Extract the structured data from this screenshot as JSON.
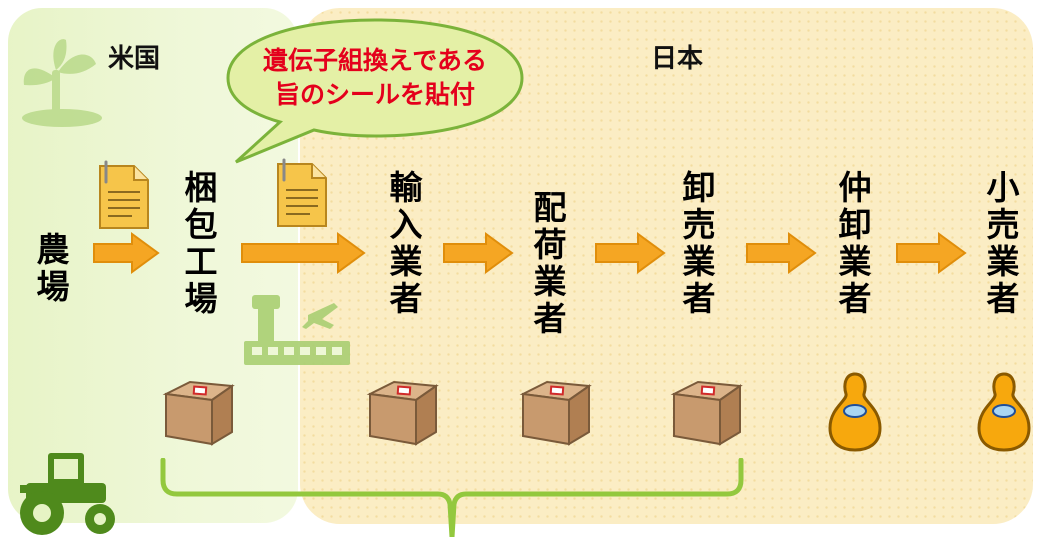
{
  "regions": {
    "usa": {
      "label": "米国"
    },
    "japan": {
      "label": "日本"
    }
  },
  "callout": {
    "line1": "遺伝子組換えである",
    "line2": "旨のシールを貼付"
  },
  "nodes": [
    {
      "label": "農場"
    },
    {
      "label": "梱包工場"
    },
    {
      "label": "輸入業者"
    },
    {
      "label": "配荷業者"
    },
    {
      "label": "卸売業者"
    },
    {
      "label": "仲卸業者"
    },
    {
      "label": "小売業者"
    }
  ],
  "colors": {
    "usa_region": "#e6f3c4",
    "japan_region": "#fbedc4",
    "arrow": "#f5a623",
    "callout_fill": "#e4f0a6",
    "callout_text": "#e4001c",
    "bracket": "#93c83e",
    "box": "#c89a6e",
    "gourd": "#f7a80d"
  },
  "icons": [
    "plant-icon",
    "tractor-icon",
    "document-icon",
    "airport-icon",
    "cardboard-box-icon",
    "gourd-icon"
  ]
}
